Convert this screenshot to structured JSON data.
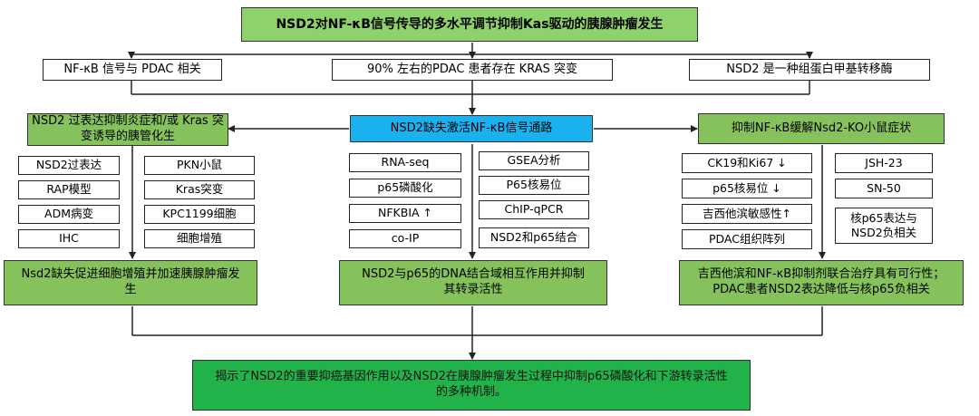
{
  "title": "NSD2对NF-κB信号传导的多水平调节抑制Kas驱动的胰腺肿瘤发生",
  "premises": [
    "NF-κB 信号与 PDAC 相关",
    "90% 左右的PDAC 患者存在 KRAS 突变",
    "NSD2 是一种组蛋白甲基转移酶"
  ],
  "left": {
    "header": "NSD2 过表达抑制炎症和/或 Kras 突变诱导的胰管化生",
    "items_a": [
      "NSD2过表达",
      "RAP模型",
      "ADM病变",
      "IHC"
    ],
    "items_b": [
      "PKN小鼠",
      "Kras突变",
      "KPC1199细胞",
      "细胞增殖"
    ],
    "conclusion": "Nsd2缺失促进细胞增殖并加速胰腺肿瘤发生"
  },
  "center": {
    "header": "NSD2缺失激活NF-κB信号通路",
    "items_a": [
      "RNA-seq",
      "p65磷酸化",
      "NFKBIA ↑",
      "co-IP"
    ],
    "items_b": [
      "GSEA分析",
      "P65核易位",
      "ChIP-qPCR",
      "NSD2和p65结合"
    ],
    "conclusion": "NSD2与p65的DNA结合域相互作用并抑制其转录活性"
  },
  "right": {
    "header": "抑制NF-κB缓解Nsd2-KO小鼠症状",
    "items_a": [
      "CK19和Ki67 ↓",
      "p65核易位 ↓",
      "吉西他滨敏感性↑",
      "PDAC组织阵列"
    ],
    "items_b": [
      "JSH-23",
      "SN-50",
      "核p65表达与NSD2负相关"
    ],
    "conclusion": "吉西他滨和NF-κB抑制剂联合治疗具有可行性；PDAC患者NSD2表达降低与核p65负相关"
  },
  "final": "揭示了NSD2的重要抑癌基因作用以及NSD2在胰腺肿瘤发生过程中抑制p65磷酸化和下游转录活性的多种机制。"
}
